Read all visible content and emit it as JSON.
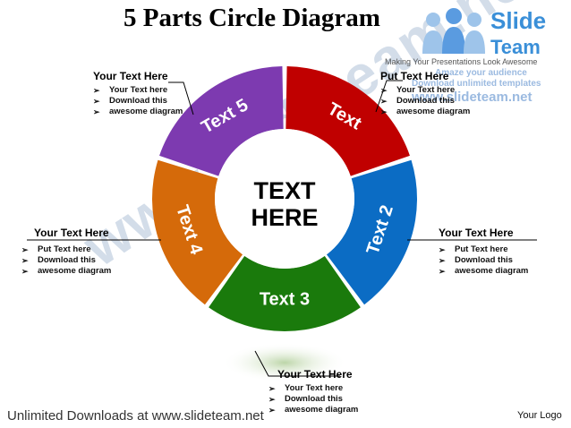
{
  "title": "5 Parts Circle Diagram",
  "logo": {
    "brand_line1": "Slide",
    "brand_line2": "Team",
    "tagline": "Making Your Presentations Look Awesome",
    "icon": "people-group-icon"
  },
  "promo": {
    "line1": "Amaze your audience",
    "line2": "Download unlimited templates",
    "line3": "www.slideteam.net"
  },
  "center": {
    "line1": "TEXT",
    "line2": "HERE"
  },
  "segments": [
    {
      "label": "Text",
      "color": "#c00000"
    },
    {
      "label": "Text 2",
      "color": "#0b6cc4"
    },
    {
      "label": "Text 3",
      "color": "#1a7a0c"
    },
    {
      "label": "Text 4",
      "color": "#d56a0a"
    },
    {
      "label": "Text 5",
      "color": "#7d3ab0"
    }
  ],
  "callouts": {
    "top_left": {
      "heading": "Your Text Here",
      "items": [
        "Your Text here",
        "Download this",
        "awesome diagram"
      ]
    },
    "top_right": {
      "heading": "Put Text Here",
      "items": [
        "Your Text here",
        "Download this",
        "awesome diagram"
      ]
    },
    "mid_left": {
      "heading": "Your Text Here",
      "items": [
        "Put Text here",
        "Download this",
        "awesome diagram"
      ]
    },
    "mid_right": {
      "heading": "Your Text Here",
      "items": [
        "Put Text here",
        "Download this",
        "awesome diagram"
      ]
    },
    "bottom": {
      "heading": "Your Text Here",
      "items": [
        "Your Text here",
        "Download this",
        "awesome diagram"
      ]
    }
  },
  "bullet_glyph": "➢",
  "watermark": "www.slideteam.net",
  "footer": "Unlimited Downloads at www.slideteam.net",
  "your_logo": "Your Logo"
}
